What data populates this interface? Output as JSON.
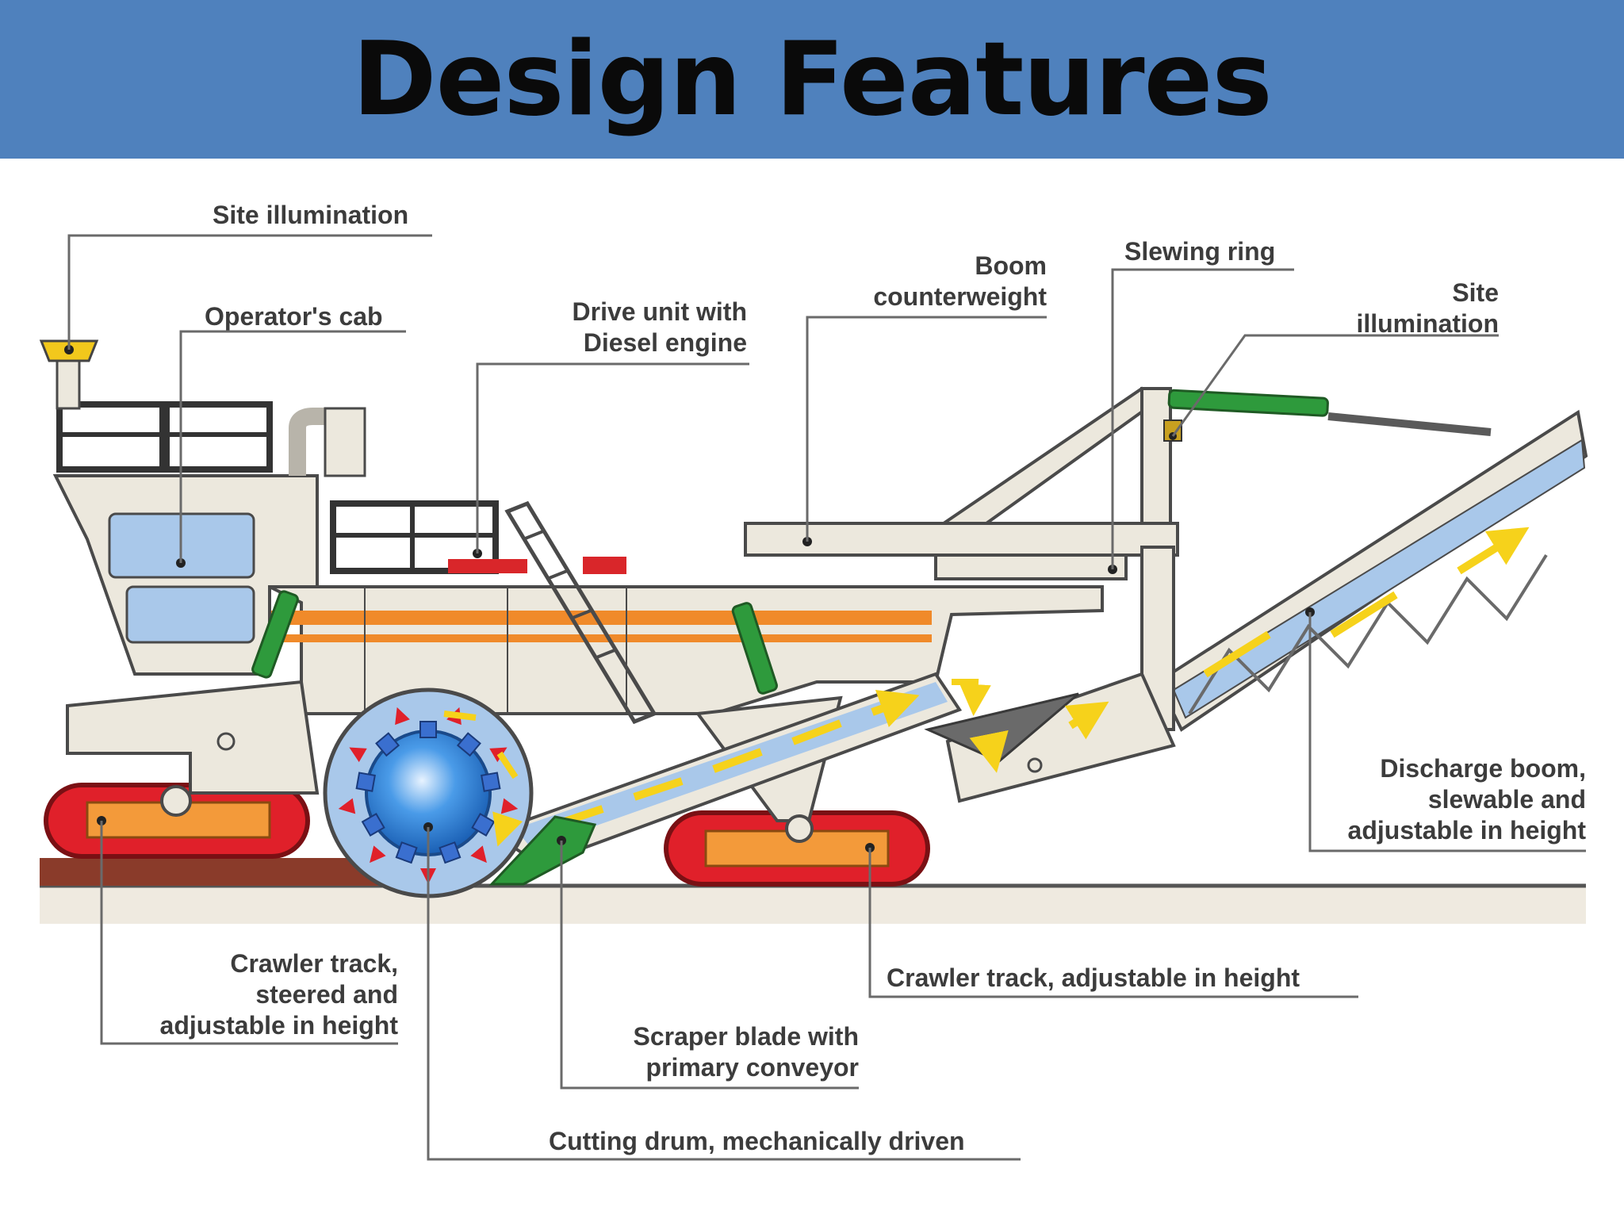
{
  "slide": {
    "title": "Design Features"
  },
  "diagram": {
    "labels": {
      "site_illumination_left": "Site illumination",
      "operators_cab": "Operator's cab",
      "drive_unit": [
        "Drive unit with",
        "Diesel engine"
      ],
      "boom_counterweight": [
        "Boom",
        "counterweight"
      ],
      "slewing_ring": "Slewing ring",
      "site_illumination_right": [
        "Site",
        "illumination"
      ],
      "discharge_boom": [
        "Discharge boom,",
        "slewable and",
        "adjustable in height"
      ],
      "crawler_track_right": "Crawler track, adjustable in height",
      "crawler_track_left": [
        "Crawler track,",
        "steered and",
        "adjustable in height"
      ],
      "scraper_blade": [
        "Scraper blade with",
        "primary conveyor"
      ],
      "cutting_drum": "Cutting drum, mechanically driven"
    },
    "colors": {
      "header": "#4f81bd",
      "machine_body": "#ece8dd",
      "outline": "#4a4a4a",
      "stripe": "#f08a2a",
      "track": "#e0202a",
      "track_pad": "#f39a3a",
      "hydraulic_cylinder": "#2e9a3c",
      "conveyor_belt": "#a9c8ea",
      "flow_arrow": "#f6d21b",
      "drum": "#2f7fd8",
      "ground_strip": "#8a3b2a",
      "ground": "#efeae0"
    },
    "icons": [
      "arrow-icon",
      "lamp-icon",
      "cutting-tooth-icon"
    ]
  }
}
